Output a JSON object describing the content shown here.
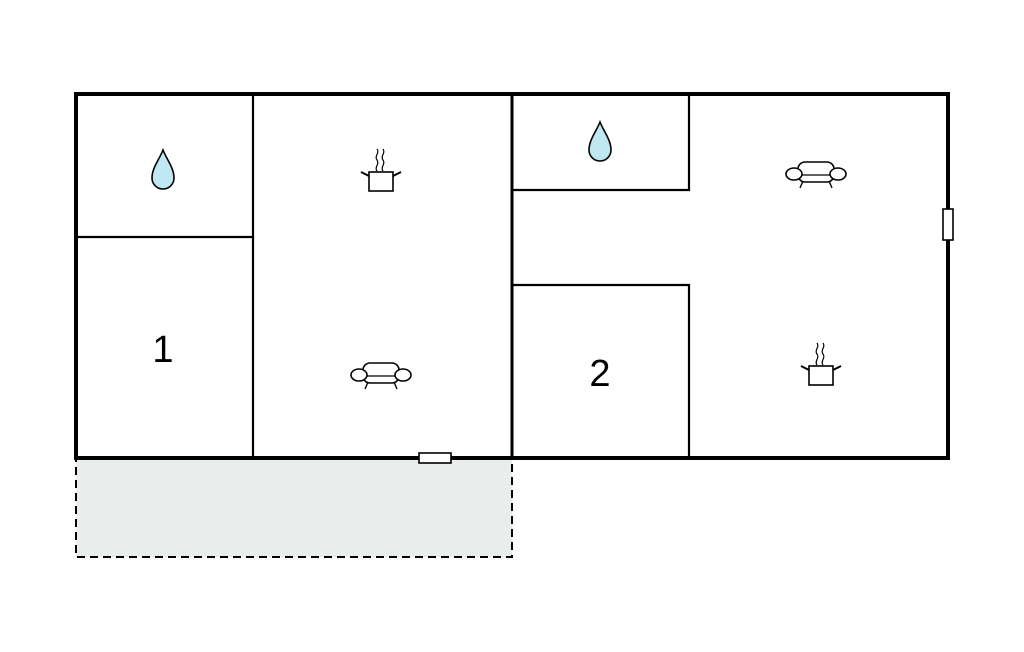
{
  "rooms": [
    {
      "id": "bath-1",
      "icon": "water-drop-icon"
    },
    {
      "id": "bedroom-1",
      "label": "1"
    },
    {
      "id": "kitchen-living-1",
      "icons": [
        "cooking-pot-icon",
        "sofa-icon"
      ]
    },
    {
      "id": "bath-2",
      "icon": "water-drop-icon"
    },
    {
      "id": "bedroom-2",
      "label": "2"
    },
    {
      "id": "kitchen-living-2",
      "icons": [
        "sofa-icon",
        "cooking-pot-icon"
      ]
    }
  ],
  "terrace": {
    "style": "dashed"
  },
  "colors": {
    "wall": "#000000",
    "water_drop": "#bfe8f3",
    "terrace_fill": "#e9eeed"
  }
}
